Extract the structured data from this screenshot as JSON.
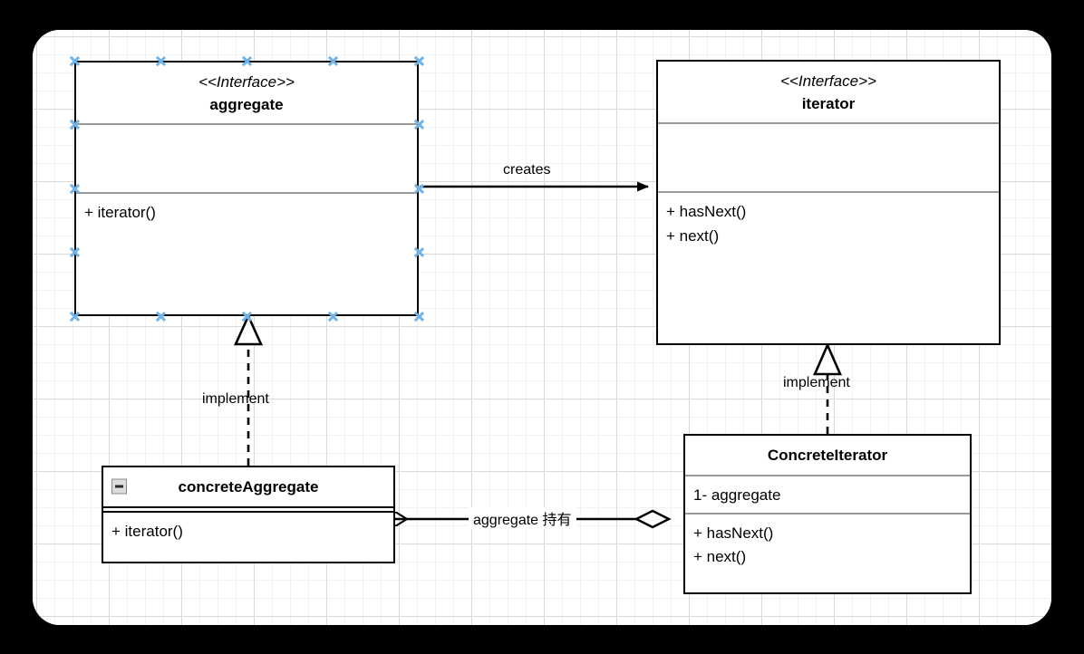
{
  "canvas": {
    "background_color": "#ffffff",
    "page_background_color": "#000000",
    "grid_minor_color": "#f2f2f2",
    "grid_major_color": "#d9d9d9",
    "selection_handle_color": "#6fb3e8"
  },
  "classes": [
    {
      "id": "aggregate",
      "stereotype": "<<Interface>>",
      "name": "aggregate",
      "attributes": [],
      "operations": [
        "+ iterator()"
      ],
      "selected": true,
      "collapse_icon": false
    },
    {
      "id": "iterator",
      "stereotype": "<<Interface>>",
      "name": "iterator",
      "attributes": [],
      "operations": [
        "+ hasNext()",
        "+ next()"
      ],
      "selected": false,
      "collapse_icon": false
    },
    {
      "id": "concreteAggregate",
      "stereotype": "",
      "name": "concreteAggregate",
      "attributes": [],
      "operations": [
        "+ iterator()"
      ],
      "selected": false,
      "collapse_icon": true
    },
    {
      "id": "ConcreteIterator",
      "stereotype": "",
      "name": "ConcreteIterator",
      "attributes": [
        "1- aggregate"
      ],
      "operations": [
        "+ hasNext()",
        "+ next()"
      ],
      "selected": false,
      "collapse_icon": false
    }
  ],
  "relationships": [
    {
      "id": "creates",
      "label": "creates",
      "from": "aggregate",
      "to": "iterator",
      "line": "solid",
      "head": "filled-arrow"
    },
    {
      "id": "implement-left",
      "label": "implement",
      "from": "concreteAggregate",
      "to": "aggregate",
      "line": "dashed",
      "head": "hollow-triangle"
    },
    {
      "id": "implement-right",
      "label": "implement",
      "from": "ConcreteIterator",
      "to": "iterator",
      "line": "dashed",
      "head": "hollow-triangle"
    },
    {
      "id": "aggregation",
      "label": "aggregate 持有",
      "from": "ConcreteIterator",
      "to": "concreteAggregate",
      "line": "solid",
      "head": "open-arrow",
      "tail": "hollow-diamond"
    }
  ]
}
